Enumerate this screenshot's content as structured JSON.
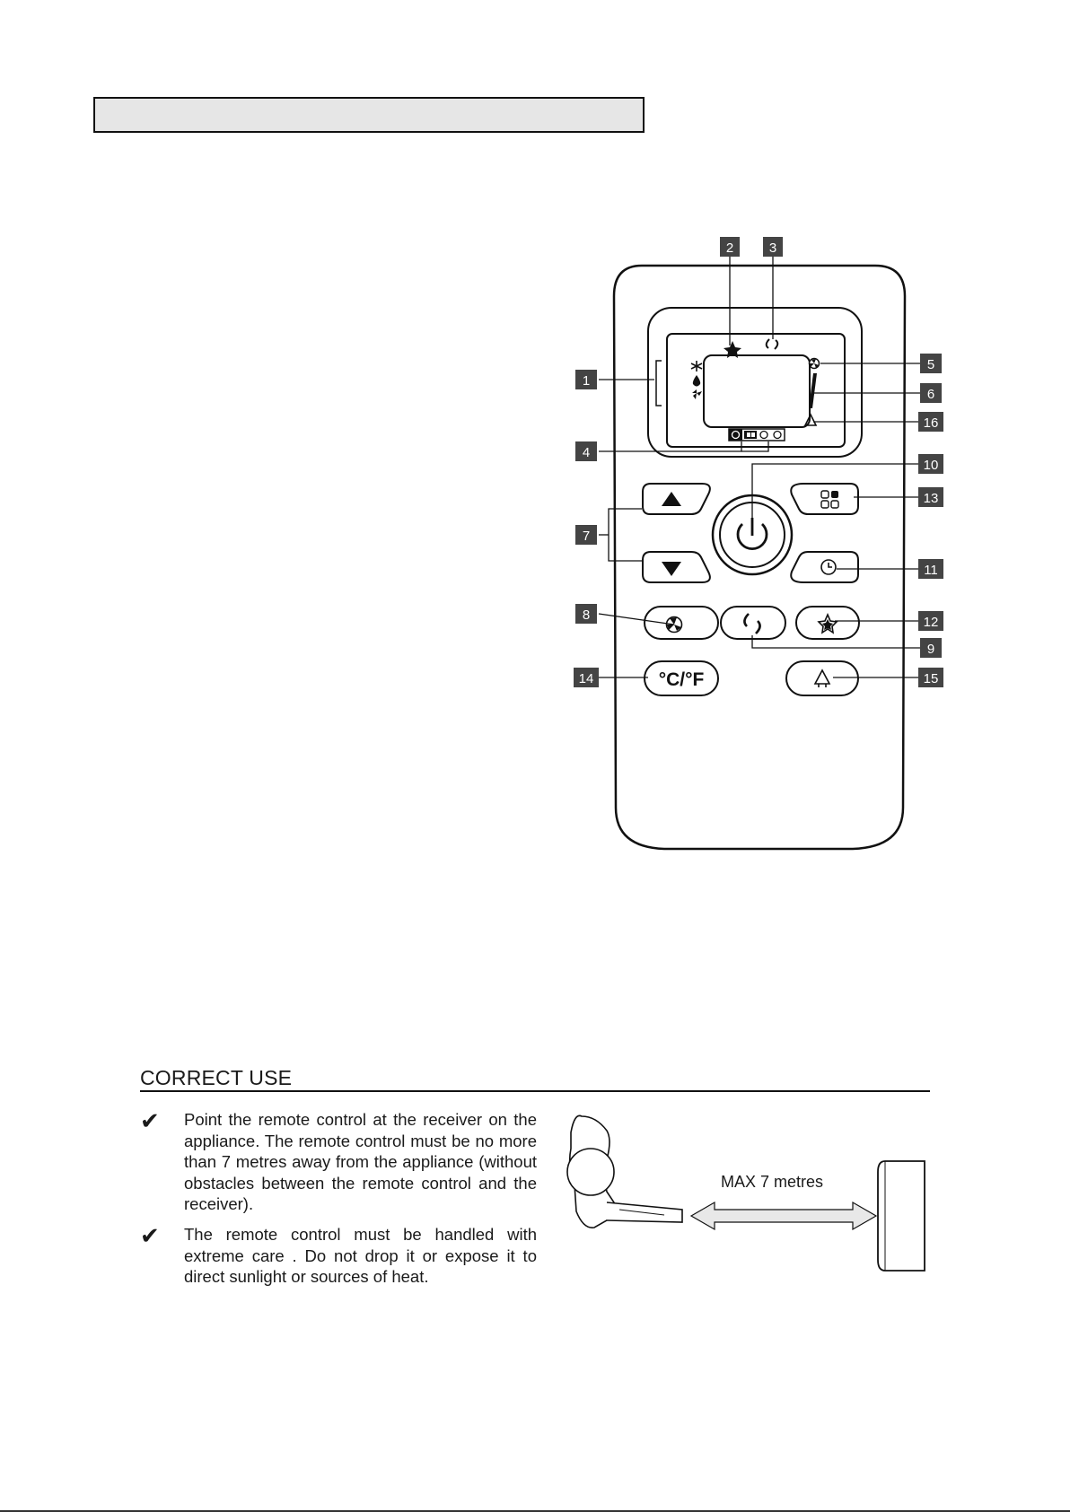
{
  "header": {
    "title_box": ""
  },
  "remote": {
    "display_icons": [
      "snowflake-icon",
      "drop-icon",
      "fan-icon",
      "star-icon",
      "swing-icon",
      "fan-speed-icon",
      "speed-bars-icon",
      "bell-icon",
      "timer-icons"
    ],
    "buttons": [
      "up-button",
      "down-button",
      "power-button",
      "mode-button",
      "timer-button",
      "fan-button",
      "swing-button",
      "sleep-button",
      "unit-toggle-button",
      "alarm-button"
    ],
    "unit_button_label": "°C/°F",
    "callouts": [
      "1",
      "2",
      "3",
      "4",
      "5",
      "6",
      "7",
      "8",
      "9",
      "10",
      "11",
      "12",
      "13",
      "14",
      "15",
      "16"
    ]
  },
  "correct_use": {
    "heading": "CORRECT USE",
    "items": [
      "Point the remote control at the receiver on the appliance. The remote control must be no more than 7 metres away from the appliance (without obstacles between the remote control and the receiver).",
      "The remote control must be handled with extreme care . Do not drop it or expose it to direct sunlight or sources of heat."
    ],
    "bullet_glyph": "✔",
    "distance_label": "MAX 7 metres"
  }
}
